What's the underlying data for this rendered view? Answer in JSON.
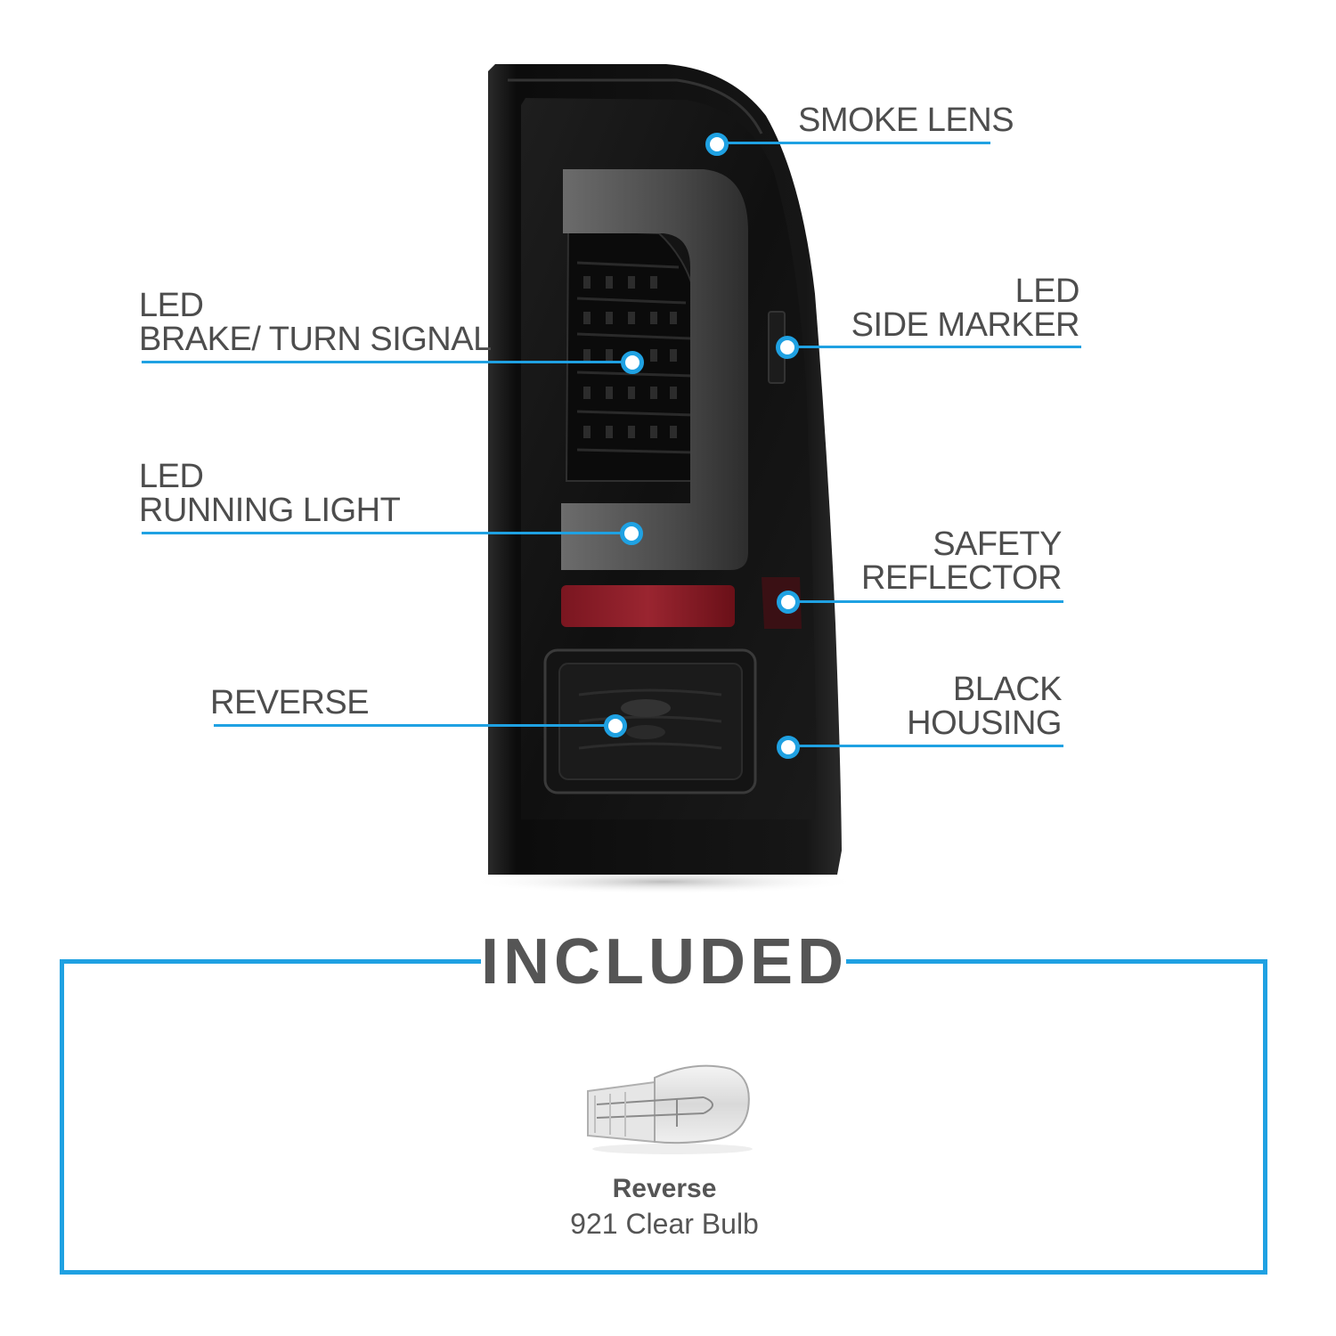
{
  "callouts": {
    "smoke_lens": {
      "line1": "SMOKE LENS"
    },
    "brake_turn": {
      "line1": "LED",
      "line2": "BRAKE/ TURN SIGNAL"
    },
    "side_marker": {
      "line1": "LED",
      "line2": "SIDE MARKER"
    },
    "running_light": {
      "line1": "LED",
      "line2": "RUNNING LIGHT"
    },
    "safety_reflector": {
      "line1": "SAFETY",
      "line2": "REFLECTOR"
    },
    "reverse": {
      "line1": "REVERSE"
    },
    "black_housing": {
      "line1": "BLACK",
      "line2": "HOUSING"
    }
  },
  "included": {
    "title": "INCLUDED",
    "bulb_name": "Reverse",
    "bulb_desc": "921 Clear Bulb"
  },
  "colors": {
    "accent": "#1fa1e2",
    "text": "#4d4d4d",
    "housing": "#111111",
    "reflector": "#8a1a22"
  },
  "icons": [
    "tail-light-image",
    "bulb-image"
  ]
}
